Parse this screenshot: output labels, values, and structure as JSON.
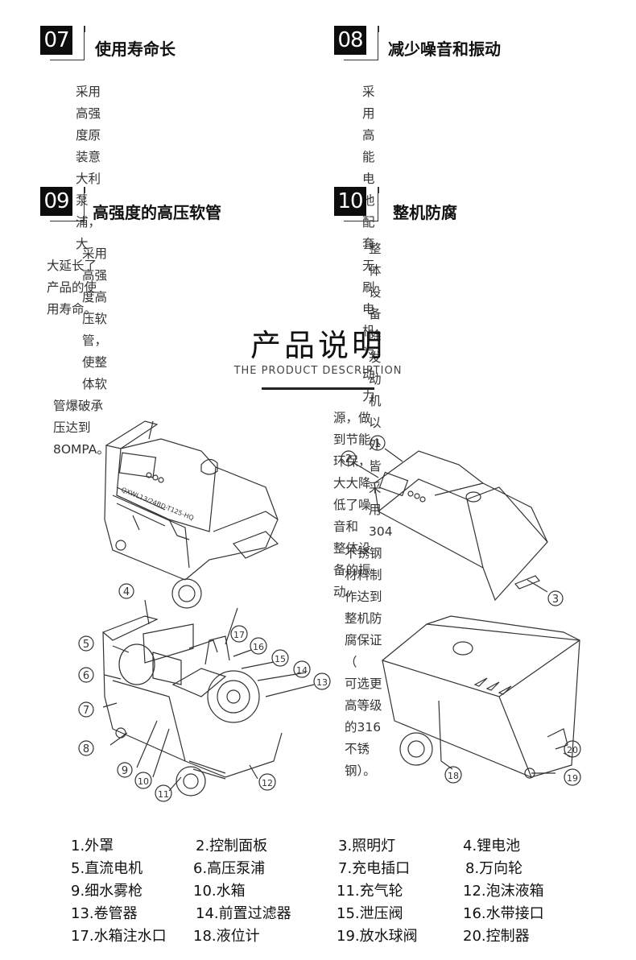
{
  "features": [
    {
      "num": "07",
      "title": "使用寿命长",
      "desc_lines": [
        "采用高强度原装意大利泵浦，大",
        "大延长了产品的使用寿命。"
      ]
    },
    {
      "num": "08",
      "title": "减少噪音和振动",
      "desc_lines": [
        "采用高能电池配套无刷电机为动力",
        "源，做到节能环保，大大降低了噪音和",
        "整体设备的振动。"
      ]
    },
    {
      "num": "09",
      "title": "高强度的高压软管",
      "desc_lines": [
        "采用高强度高压软管，使整体软",
        "管爆破承压达到8OMPA。"
      ]
    },
    {
      "num": "10",
      "title": "整机防腐",
      "desc_lines": [
        "整体设备除发动机以外皆采用304",
        "不锈钢材料制作达到整机防腐保证（",
        "可选更高等级的316不锈钢）。"
      ]
    }
  ],
  "section": {
    "title": "产品说明",
    "subtitle": "THE PRODUCT DESCRIPTION"
  },
  "diagram": {
    "model_text": "QXWL13/24BD-T125-HQ",
    "callouts": [
      "1",
      "2",
      "3",
      "4",
      "5",
      "6",
      "7",
      "8",
      "9",
      "10",
      "11",
      "12",
      "13",
      "14",
      "15",
      "16",
      "17",
      "18",
      "19",
      "20"
    ]
  },
  "parts": [
    "1.外罩",
    "2.控制面板",
    "3.照明灯",
    "4.锂电池",
    "5.直流电机",
    "6.高压泵浦",
    "7.充电插口",
    "8.万向轮",
    "9.细水雾枪",
    "10.水箱",
    "11.充气轮",
    "12.泡沫液箱",
    "13.卷管器",
    "14.前置过滤器",
    "15.泄压阀",
    "16.水带接口",
    "17.水箱注水口",
    "18.液位计",
    "19.放水球阀",
    "20.控制器"
  ]
}
